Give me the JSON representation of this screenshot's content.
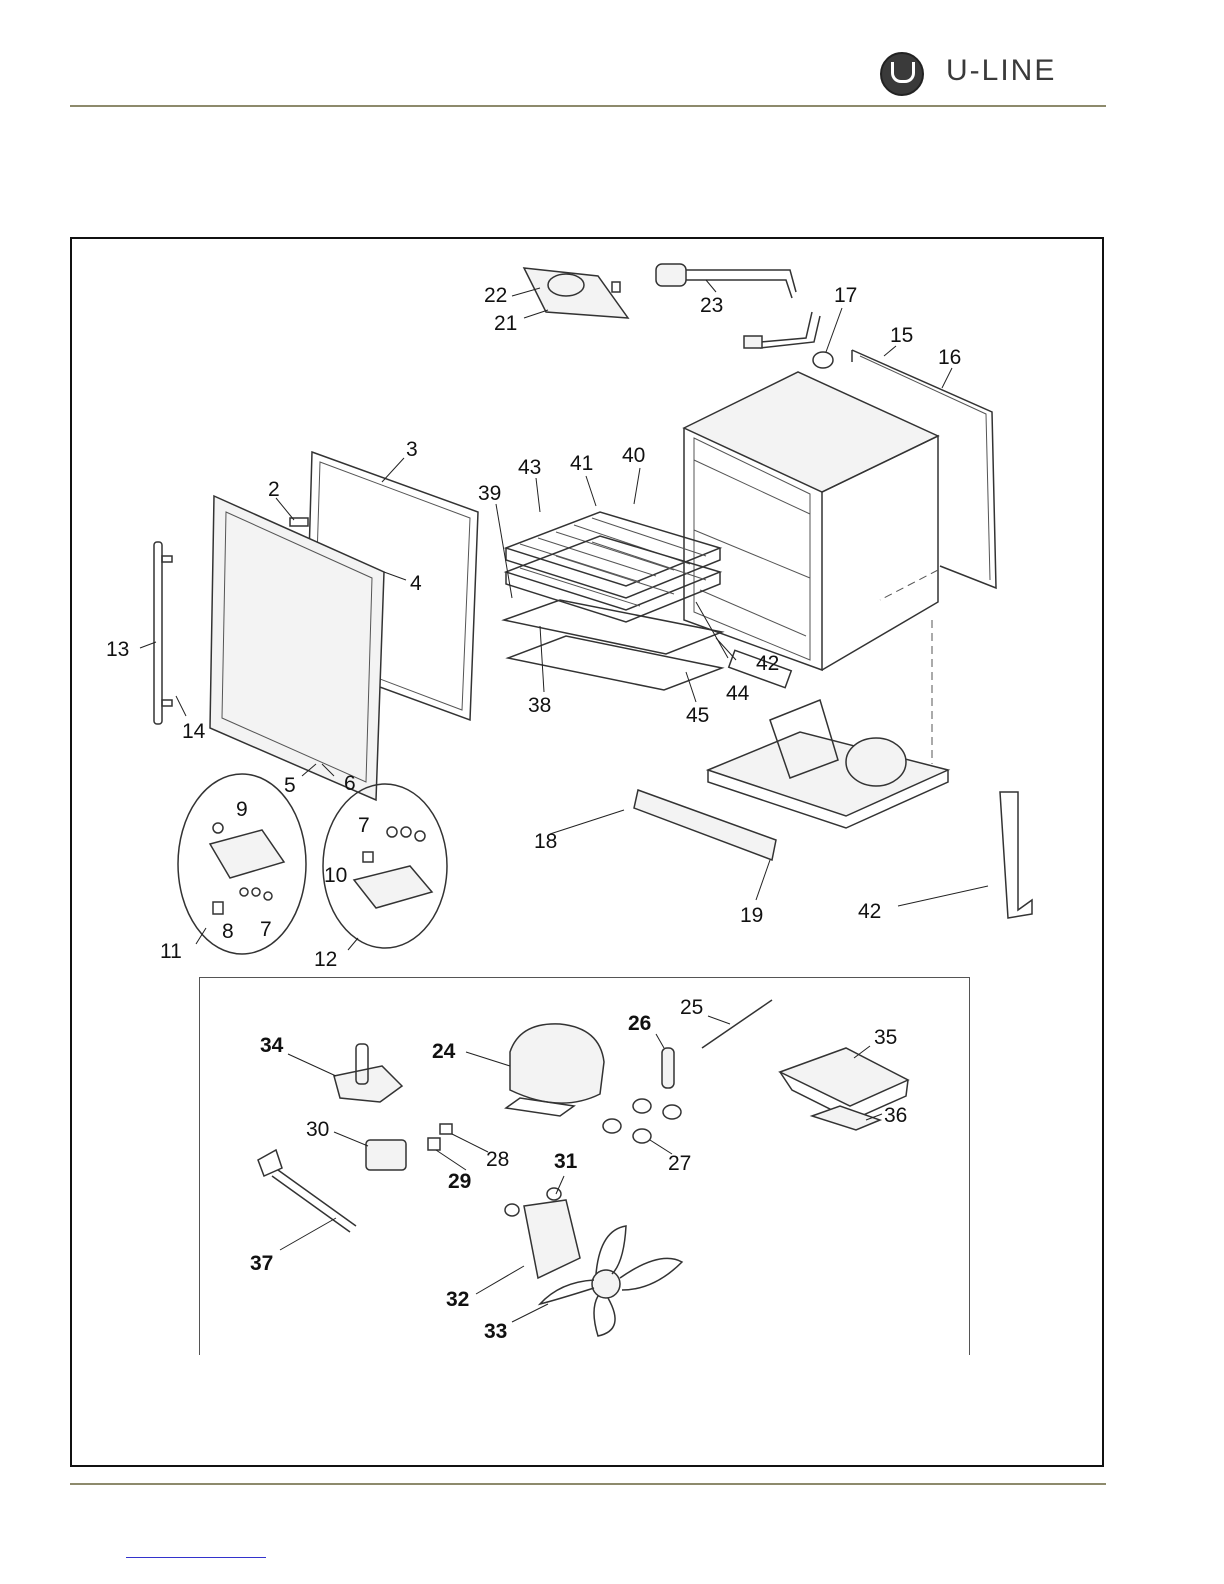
{
  "header": {
    "brand_name": "U-LINE"
  },
  "labels": [
    {
      "id": "l22",
      "text": "22"
    },
    {
      "id": "l21",
      "text": "21"
    },
    {
      "id": "l23",
      "text": "23"
    },
    {
      "id": "l17",
      "text": "17"
    },
    {
      "id": "l15",
      "text": "15"
    },
    {
      "id": "l16",
      "text": "16"
    },
    {
      "id": "l3",
      "text": "3"
    },
    {
      "id": "l43",
      "text": "43"
    },
    {
      "id": "l41",
      "text": "41"
    },
    {
      "id": "l40",
      "text": "40"
    },
    {
      "id": "l39",
      "text": "39"
    },
    {
      "id": "l2",
      "text": "2"
    },
    {
      "id": "l4",
      "text": "4"
    },
    {
      "id": "l13",
      "text": "13"
    },
    {
      "id": "l14",
      "text": "14"
    },
    {
      "id": "l38",
      "text": "38"
    },
    {
      "id": "l45",
      "text": "45"
    },
    {
      "id": "l44",
      "text": "44"
    },
    {
      "id": "l42a",
      "text": "42"
    },
    {
      "id": "l5",
      "text": "5"
    },
    {
      "id": "l6",
      "text": "6"
    },
    {
      "id": "l9",
      "text": "9"
    },
    {
      "id": "l7a",
      "text": "7"
    },
    {
      "id": "l10",
      "text": "10"
    },
    {
      "id": "l8",
      "text": "8"
    },
    {
      "id": "l7b",
      "text": "7"
    },
    {
      "id": "l11",
      "text": "11"
    },
    {
      "id": "l12",
      "text": "12"
    },
    {
      "id": "l18",
      "text": "18"
    },
    {
      "id": "l19",
      "text": "19"
    },
    {
      "id": "l42b",
      "text": "42"
    },
    {
      "id": "l34",
      "text": "34"
    },
    {
      "id": "l24",
      "text": "24"
    },
    {
      "id": "l26",
      "text": "26"
    },
    {
      "id": "l25",
      "text": "25"
    },
    {
      "id": "l35",
      "text": "35"
    },
    {
      "id": "l30",
      "text": "30"
    },
    {
      "id": "l28",
      "text": "28"
    },
    {
      "id": "l29",
      "text": "29"
    },
    {
      "id": "l27",
      "text": "27"
    },
    {
      "id": "l36",
      "text": "36"
    },
    {
      "id": "l31",
      "text": "31"
    },
    {
      "id": "l37",
      "text": "37"
    },
    {
      "id": "l32",
      "text": "32"
    },
    {
      "id": "l33",
      "text": "33"
    }
  ]
}
